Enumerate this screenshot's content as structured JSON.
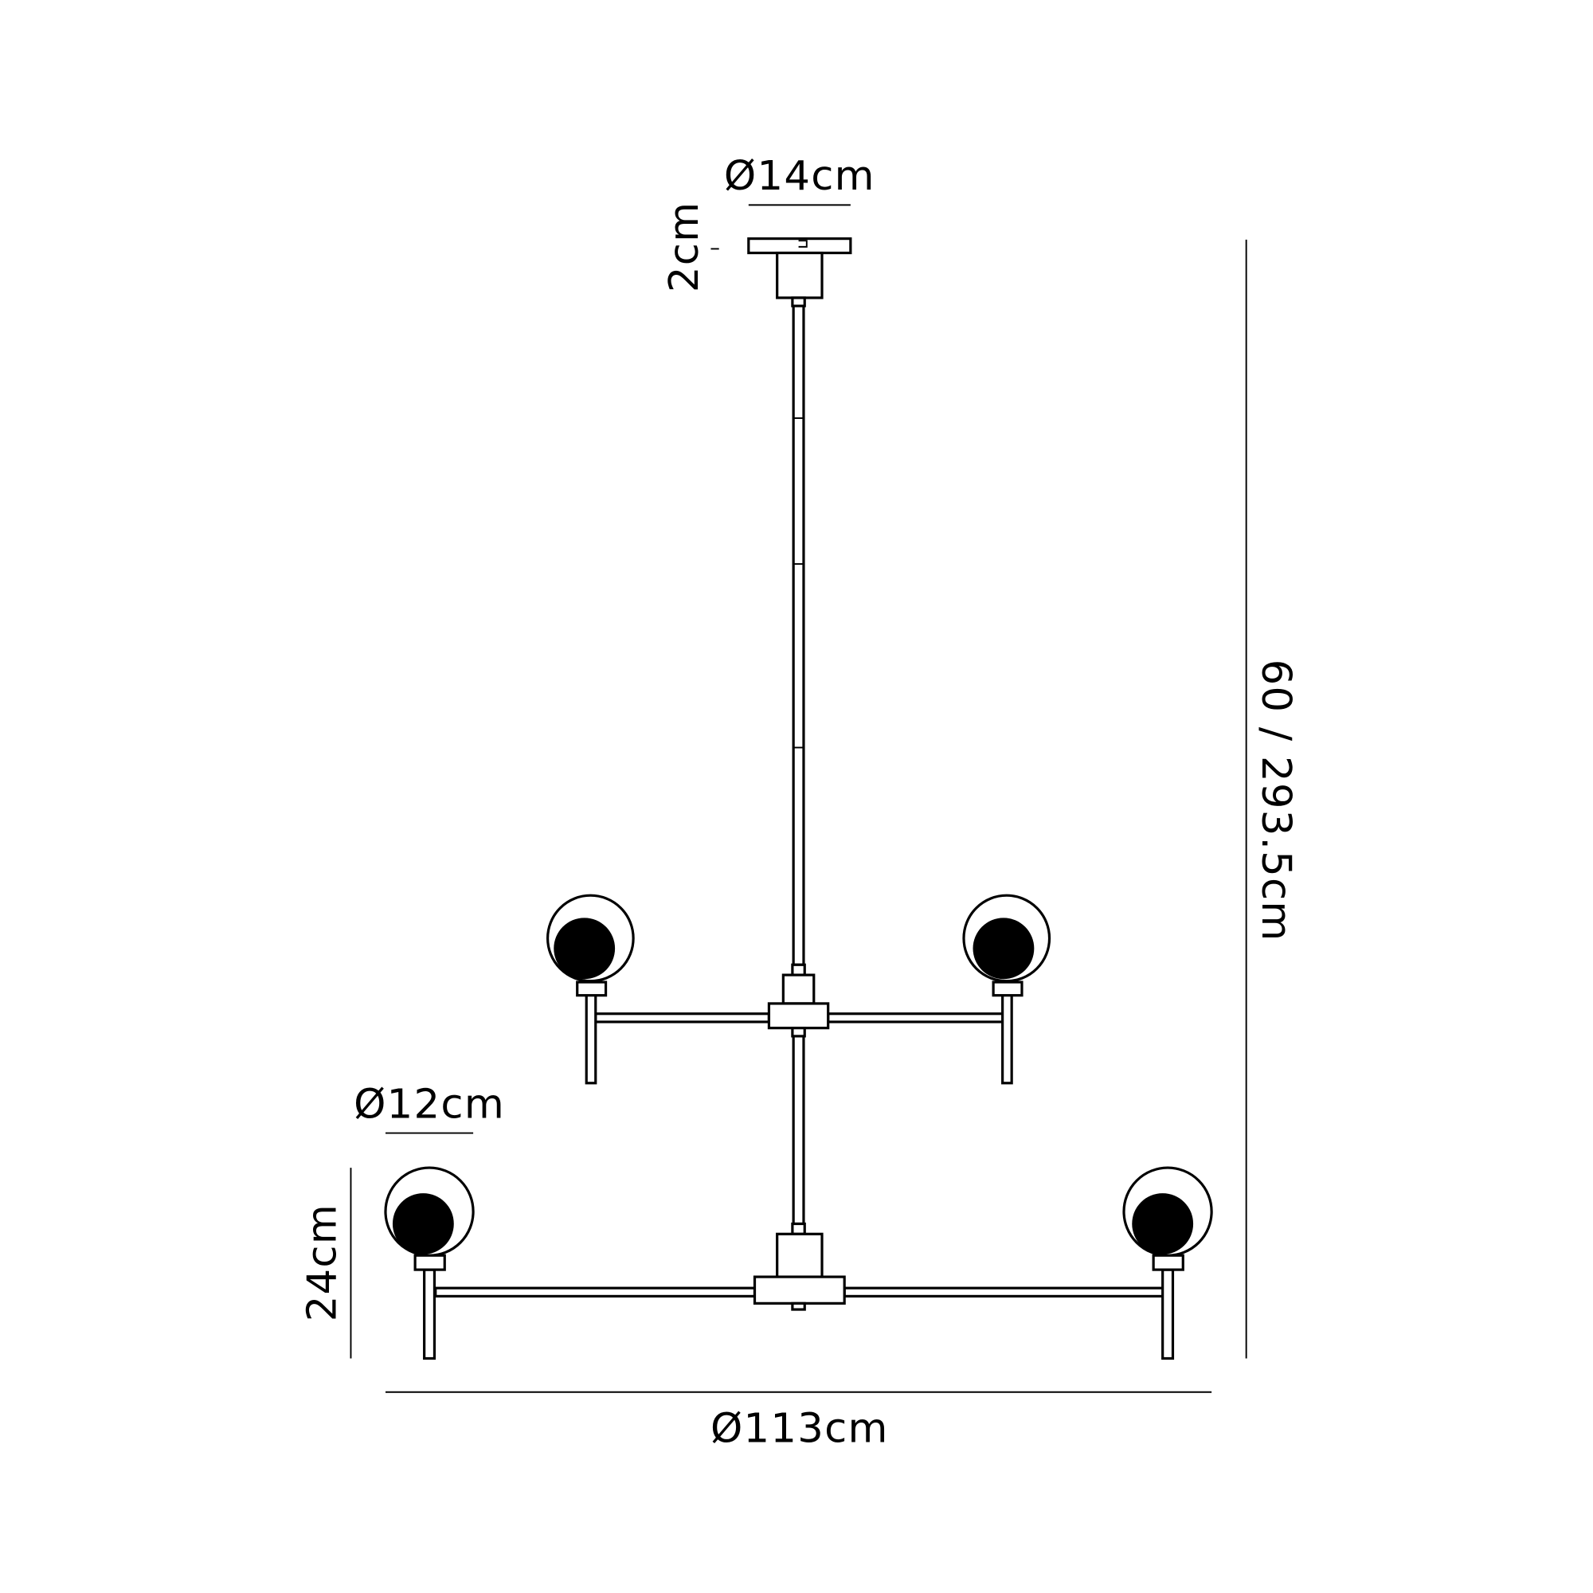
{
  "title": "Two-tier 4-light pendant dimension drawing",
  "dimensions": {
    "canopy_diameter": "Ø14cm",
    "canopy_height": "2cm",
    "shade_diameter": "Ø12cm",
    "shade_height": "24cm",
    "overall_diameter": "Ø113cm",
    "overall_height": "60 / 293.5cm"
  },
  "colors": {
    "line": "#000000",
    "background": "#ffffff"
  }
}
